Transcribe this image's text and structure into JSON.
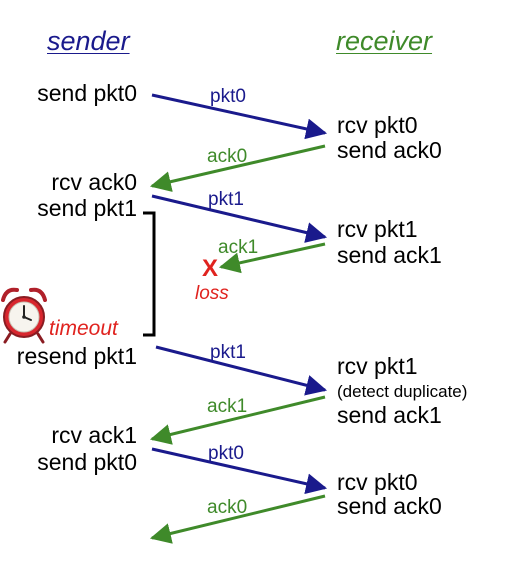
{
  "headers": {
    "sender": "sender",
    "receiver": "receiver"
  },
  "colors": {
    "data": "#1a1a8c",
    "ack": "#3f8a2a",
    "loss": "#e0231f",
    "header_sender": "#1a1a8c",
    "header_receiver": "#3f8a2a"
  },
  "sender_events": [
    {
      "text": "send pkt0"
    },
    {
      "text": "rcv ack0"
    },
    {
      "text": "send pkt1"
    },
    {
      "text": "resend pkt1"
    },
    {
      "text": "rcv ack1"
    },
    {
      "text": "send pkt0"
    }
  ],
  "receiver_events": [
    {
      "line1": "rcv pkt0",
      "line2": "send ack0"
    },
    {
      "line1": "rcv pkt1",
      "line2": "send ack1"
    },
    {
      "line1": "rcv pkt1",
      "note": "(detect duplicate)",
      "line2": "send ack1"
    },
    {
      "line1": "rcv pkt0",
      "line2": "send ack0"
    }
  ],
  "messages": [
    {
      "label": "pkt0",
      "kind": "data"
    },
    {
      "label": "ack0",
      "kind": "ack"
    },
    {
      "label": "pkt1",
      "kind": "data"
    },
    {
      "label": "ack1",
      "kind": "ack",
      "lost": true
    },
    {
      "label": "pkt1",
      "kind": "data"
    },
    {
      "label": "ack1",
      "kind": "ack"
    },
    {
      "label": "pkt0",
      "kind": "data"
    },
    {
      "label": "ack0",
      "kind": "ack"
    }
  ],
  "loss": {
    "mark": "X",
    "label": "loss"
  },
  "timeout": {
    "label": "timeout",
    "icon": "alarm-clock-icon"
  }
}
